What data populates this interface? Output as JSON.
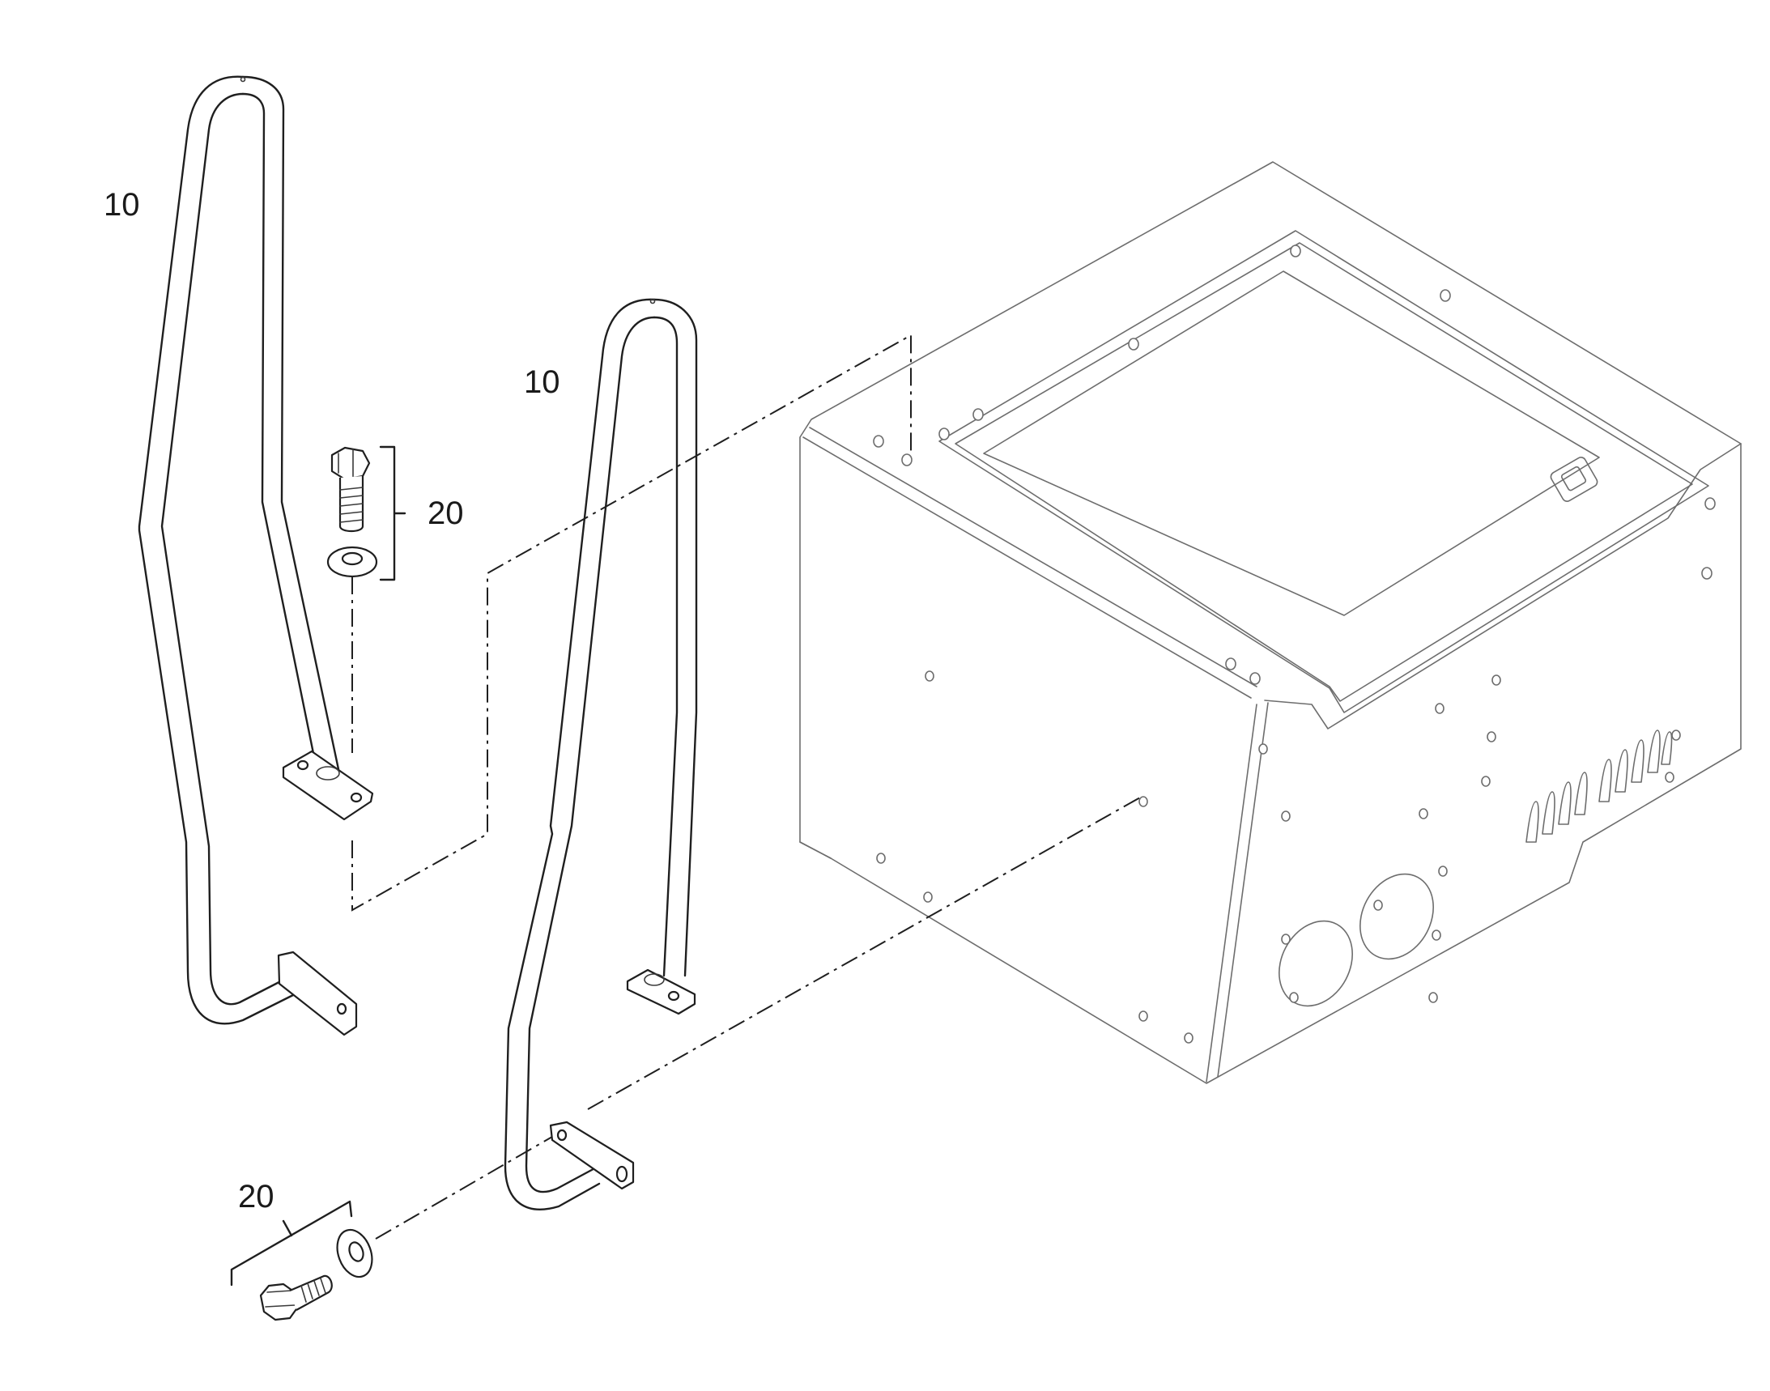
{
  "callouts": [
    {
      "id": "handrail-left",
      "text": "10"
    },
    {
      "id": "handrail-right",
      "text": "10"
    },
    {
      "id": "bolt-set-upper",
      "text": "20"
    },
    {
      "id": "bolt-set-lower",
      "text": "20"
    }
  ],
  "colors": {
    "line": "#1f1f1f",
    "housing_line": "#6d6d6d",
    "background": "#ffffff"
  }
}
